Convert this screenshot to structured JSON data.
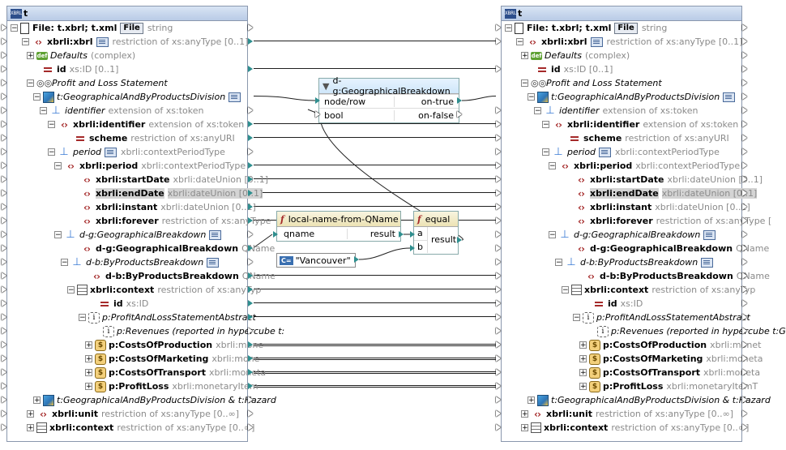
{
  "source_component": {
    "title": "t",
    "rows": [
      {
        "name": "File: t.xbrl; t.xml",
        "button": "File",
        "type": "string"
      },
      {
        "name": "xbrli:xbrl",
        "type": "restriction of xs:anyType [0..1]"
      },
      {
        "name": "Defaults",
        "type": "(complex)",
        "icon": "def"
      },
      {
        "name": "id",
        "type": "xs:ID [0..1]"
      },
      {
        "name": "Profit and Loss Statement",
        "type": ""
      },
      {
        "name": "t:GeographicalAndByProductsDivision",
        "type": ""
      },
      {
        "name": "identifier",
        "type": "extension of xs:token"
      },
      {
        "name": "xbrli:identifier",
        "type": "extension of xs:token"
      },
      {
        "name": "scheme",
        "type": "restriction of xs:anyURI"
      },
      {
        "name": "period",
        "type": "xbrli:contextPeriodType"
      },
      {
        "name": "xbrli:period",
        "type": "xbrli:contextPeriodType"
      },
      {
        "name": "xbrli:startDate",
        "type": "xbrli:dateUnion [0..1]"
      },
      {
        "name": "xbrli:endDate",
        "type": "xbrli:dateUnion [0..1]"
      },
      {
        "name": "xbrli:instant",
        "type": "xbrli:dateUnion [0..1]"
      },
      {
        "name": "xbrli:forever",
        "type": "restriction of xs:anyType"
      },
      {
        "name": "d-g:GeographicalBreakdown",
        "type": ""
      },
      {
        "name": "d-g:GeographicalBreakdown",
        "type": "QName"
      },
      {
        "name": "d-b:ByProductsBreakdown",
        "type": ""
      },
      {
        "name": "d-b:ByProductsBreakdown",
        "type": "QName"
      },
      {
        "name": "xbrli:context",
        "type": "restriction of xs:anyTyp"
      },
      {
        "name": "id",
        "type": "xs:ID"
      },
      {
        "name": "p:ProfitAndLossStatementAbstract",
        "type": ""
      },
      {
        "name": "p:Revenues (reported in hypercube t:",
        "type": ""
      },
      {
        "name": "p:CostsOfProduction",
        "type": "xbrli:mone"
      },
      {
        "name": "p:CostsOfMarketing",
        "type": "xbrli:mone"
      },
      {
        "name": "p:CostsOfTransport",
        "type": "xbrli:moneta"
      },
      {
        "name": "p:ProfitLoss",
        "type": "xbrli:monetaryItem"
      },
      {
        "name": "t:GeographicalAndByProductsDivision & t:Hazard",
        "type": ""
      },
      {
        "name": "xbrli:unit",
        "type": "restriction of xs:anyType [0..∞]"
      },
      {
        "name": "xbrli:context",
        "type": "restriction of xs:anyType [0..∞]"
      }
    ]
  },
  "target_component": {
    "title": "t",
    "rows": [
      {
        "name": "File: t.xbrl; t.xml",
        "button": "File",
        "type": "string"
      },
      {
        "name": "xbrli:xbrl",
        "type": "restriction of xs:anyType [0..1]"
      },
      {
        "name": "Defaults",
        "type": "(complex)",
        "icon": "def"
      },
      {
        "name": "id",
        "type": "xs:ID [0..1]"
      },
      {
        "name": "Profit and Loss Statement",
        "type": ""
      },
      {
        "name": "t:GeographicalAndByProductsDivision",
        "type": ""
      },
      {
        "name": "identifier",
        "type": "extension of xs:token"
      },
      {
        "name": "xbrli:identifier",
        "type": "extension of xs:token"
      },
      {
        "name": "scheme",
        "type": "restriction of xs:anyURI"
      },
      {
        "name": "period",
        "type": "xbrli:contextPeriodType"
      },
      {
        "name": "xbrli:period",
        "type": "xbrli:contextPeriodType"
      },
      {
        "name": "xbrli:startDate",
        "type": "xbrli:dateUnion [0..1]"
      },
      {
        "name": "xbrli:endDate",
        "type": "xbrli:dateUnion [0..1]"
      },
      {
        "name": "xbrli:instant",
        "type": "xbrli:dateUnion [0..1]"
      },
      {
        "name": "xbrli:forever",
        "type": "restriction of xs:anyType ["
      },
      {
        "name": "d-g:GeographicalBreakdown",
        "type": ""
      },
      {
        "name": "d-g:GeographicalBreakdown",
        "type": "QName"
      },
      {
        "name": "d-b:ByProductsBreakdown",
        "type": ""
      },
      {
        "name": "d-b:ByProductsBreakdown",
        "type": "QName"
      },
      {
        "name": "xbrli:context",
        "type": "restriction of xs:anyTyp"
      },
      {
        "name": "id",
        "type": "xs:ID"
      },
      {
        "name": "p:ProfitAndLossStatementAbstract",
        "type": ""
      },
      {
        "name": "p:Revenues (reported in hypercube t:G",
        "type": ""
      },
      {
        "name": "p:CostsOfProduction",
        "type": "xbrli:monet"
      },
      {
        "name": "p:CostsOfMarketing",
        "type": "xbrli:moneta"
      },
      {
        "name": "p:CostsOfTransport",
        "type": "xbrli:moneta"
      },
      {
        "name": "p:ProfitLoss",
        "type": "xbrli:monetaryItemT"
      },
      {
        "name": "t:GeographicalAndByProductsDivision & t:Hazard",
        "type": ""
      },
      {
        "name": "xbrli:unit",
        "type": "restriction of xs:anyType [0..∞]"
      },
      {
        "name": "xbrli:context",
        "type": "restriction of xs:anyType [0..∞]"
      }
    ]
  },
  "filter": {
    "title": "d-g:GeographicalBreakdown",
    "in1": "node/row",
    "in2": "bool",
    "out1": "on-true",
    "out2": "on-false"
  },
  "func_localname": {
    "title": "local-name-from-QName",
    "in": "qname",
    "out": "result"
  },
  "func_equal": {
    "title": "equal",
    "in_a": "a",
    "in_b": "b",
    "out": "result"
  },
  "constant": {
    "badge": "C=",
    "value": "\"Vancouver\""
  },
  "colors": {
    "wire": "#1f1f1f",
    "pin_active": "#2f8f8f",
    "highlight": "#d4d4d4"
  }
}
